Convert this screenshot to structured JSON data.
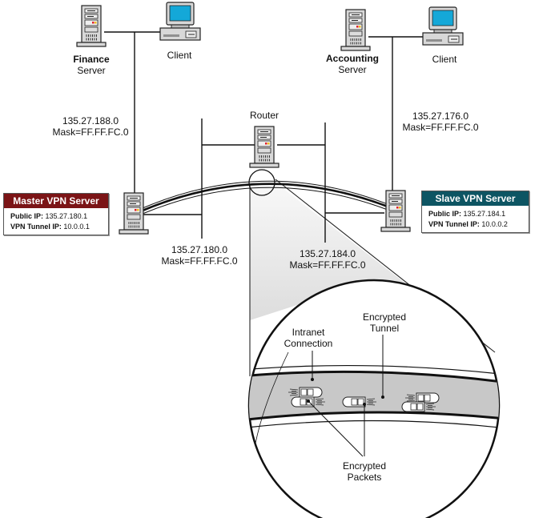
{
  "colors": {
    "master_header": "#7b1416",
    "slave_header": "#0d5563",
    "monitor_screen": "#14a8d8",
    "server_body": "#d8d8d8",
    "tunnel_fill": "#c8c8c8",
    "zoom_shade": "#e2e2e2"
  },
  "nodes": {
    "finance_server": {
      "name": "Finance",
      "role": "Server",
      "icon": "server-tower-icon"
    },
    "finance_client": {
      "label": "Client",
      "icon": "desktop-computer-icon"
    },
    "accounting_server": {
      "name": "Accounting",
      "role": "Server",
      "icon": "server-tower-icon"
    },
    "accounting_client": {
      "label": "Client",
      "icon": "desktop-computer-icon"
    },
    "router": {
      "label": "Router",
      "icon": "server-tower-icon"
    },
    "master_vpn": {
      "icon": "server-tower-icon"
    },
    "slave_vpn": {
      "icon": "server-tower-icon"
    }
  },
  "networks": {
    "finance_net": {
      "address": "135.27.188.0",
      "mask": "Mask=FF.FF.FC.0"
    },
    "accounting_net": {
      "address": "135.27.176.0",
      "mask": "Mask=FF.FF.FC.0"
    },
    "master_net": {
      "address": "135.27.180.0",
      "mask": "Mask=FF.FF.FC.0"
    },
    "slave_net": {
      "address": "135.27.184.0",
      "mask": "Mask=FF.FF.FC.0"
    }
  },
  "vpn_boxes": {
    "master": {
      "title": "Master VPN Server",
      "public_ip_label": "Public IP:",
      "public_ip": "135.27.180.1",
      "tunnel_ip_label": "VPN Tunnel IP:",
      "tunnel_ip": "10.0.0.1"
    },
    "slave": {
      "title": "Slave VPN Server",
      "public_ip_label": "Public IP:",
      "public_ip": "135.27.184.1",
      "tunnel_ip_label": "VPN Tunnel IP:",
      "tunnel_ip": "10.0.0.2"
    }
  },
  "callouts": {
    "intranet": {
      "line1": "Intranet",
      "line2": "Connection"
    },
    "tunnel": {
      "line1": "Encrypted",
      "line2": "Tunnel"
    },
    "packets": {
      "line1": "Encrypted",
      "line2": "Packets"
    }
  }
}
